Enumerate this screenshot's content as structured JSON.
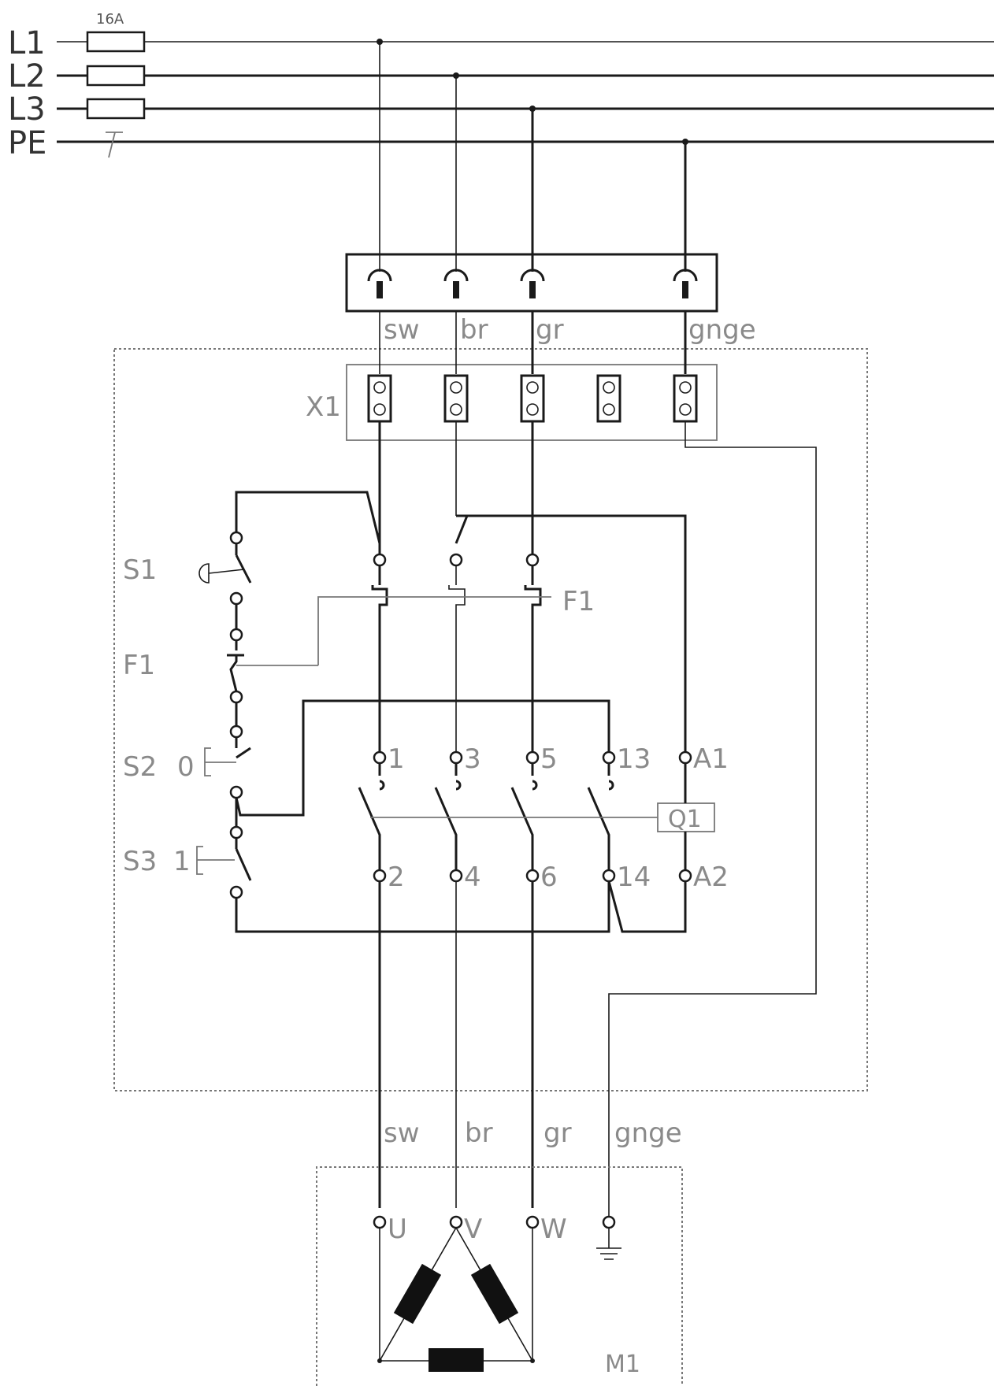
{
  "supply": {
    "lines": [
      "L1",
      "L2",
      "L3",
      "PE"
    ],
    "fuse_rating": "16A"
  },
  "plug_wires": [
    "sw",
    "br",
    "gr",
    "gnge"
  ],
  "terminal_block": "X1",
  "control_devices": {
    "s1": "S1",
    "f1_aux": "F1",
    "s2": "S2",
    "s2_state": "0",
    "s3": "S3",
    "s3_state": "1",
    "f1_main": "F1"
  },
  "contactor": {
    "name": "Q1",
    "top_contacts": [
      "1",
      "3",
      "5",
      "13"
    ],
    "bottom_contacts": [
      "2",
      "4",
      "6",
      "14"
    ],
    "coil_top": "A1",
    "coil_bottom": "A2"
  },
  "motor_wires": [
    "sw",
    "br",
    "gr",
    "gnge"
  ],
  "motor": {
    "name": "M1",
    "terminals": [
      "U",
      "V",
      "W"
    ]
  }
}
